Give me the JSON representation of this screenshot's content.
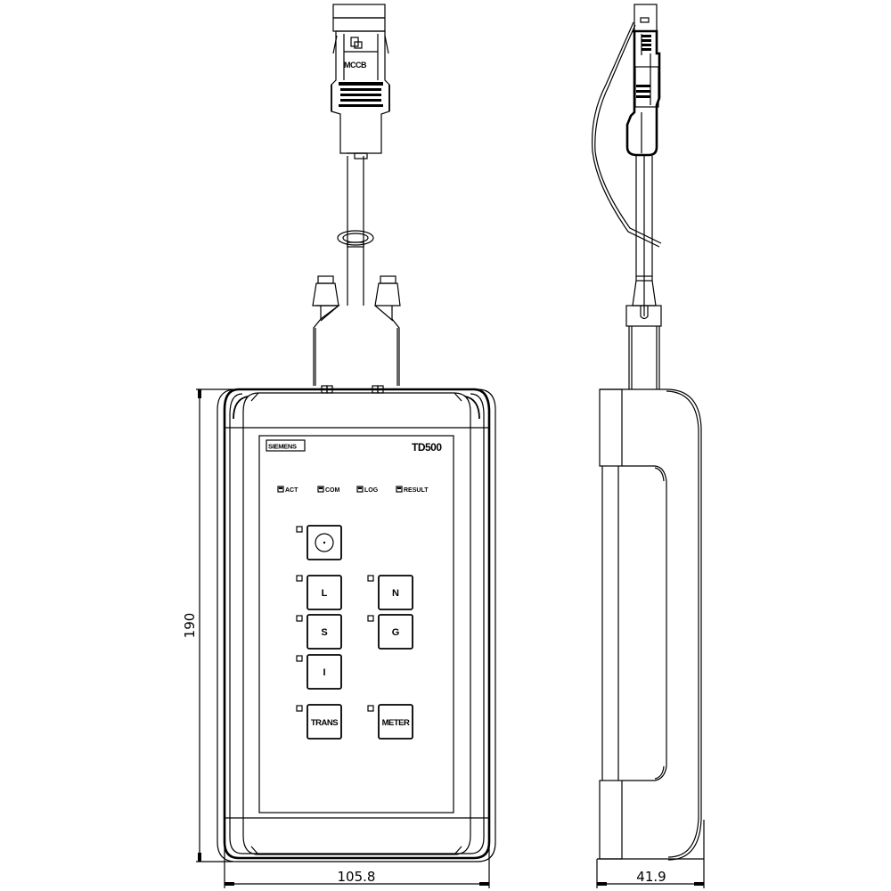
{
  "drawing": {
    "title": "TD500 test device dimension drawing",
    "views": [
      "front",
      "side"
    ]
  },
  "front": {
    "brand": "SIEMENS",
    "model": "TD500",
    "connector_label": "MCCB",
    "indicators": [
      {
        "label": "ACT"
      },
      {
        "label": "COM"
      },
      {
        "label": "LOG"
      },
      {
        "label": "RESULT"
      }
    ],
    "buttons": {
      "power": {
        "icon": "power-circle-icon"
      },
      "L": "L",
      "N": "N",
      "S": "S",
      "G": "G",
      "I": "I",
      "TRANS": "TRANS",
      "METER": "METER"
    }
  },
  "dimensions": {
    "height": "190",
    "width": "105.8",
    "depth": "41.9"
  },
  "colors": {
    "line": "#000000",
    "background": "#ffffff"
  }
}
